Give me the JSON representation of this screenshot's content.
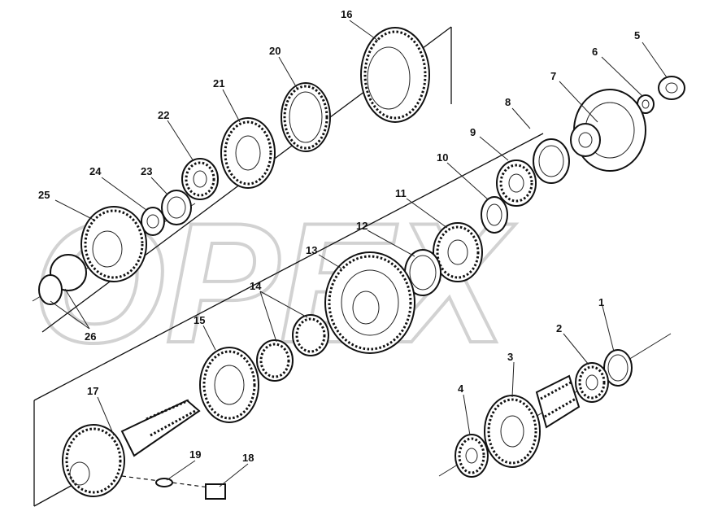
{
  "watermark": "OPEX",
  "callouts": [
    {
      "id": "c1",
      "label": "1"
    },
    {
      "id": "c2",
      "label": "2"
    },
    {
      "id": "c3",
      "label": "3"
    },
    {
      "id": "c4",
      "label": "4"
    },
    {
      "id": "c5",
      "label": "5"
    },
    {
      "id": "c6",
      "label": "6"
    },
    {
      "id": "c7",
      "label": "7"
    },
    {
      "id": "c8",
      "label": "8"
    },
    {
      "id": "c9",
      "label": "9"
    },
    {
      "id": "c10",
      "label": "10"
    },
    {
      "id": "c11",
      "label": "11"
    },
    {
      "id": "c12",
      "label": "12"
    },
    {
      "id": "c13",
      "label": "13"
    },
    {
      "id": "c14",
      "label": "14"
    },
    {
      "id": "c15",
      "label": "15"
    },
    {
      "id": "c16",
      "label": "16"
    },
    {
      "id": "c17",
      "label": "17"
    },
    {
      "id": "c18",
      "label": "18"
    },
    {
      "id": "c19",
      "label": "19"
    },
    {
      "id": "c20",
      "label": "20"
    },
    {
      "id": "c21",
      "label": "21"
    },
    {
      "id": "c22",
      "label": "22"
    },
    {
      "id": "c23",
      "label": "23"
    },
    {
      "id": "c24",
      "label": "24"
    },
    {
      "id": "c25",
      "label": "25"
    },
    {
      "id": "c26",
      "label": "26"
    }
  ]
}
